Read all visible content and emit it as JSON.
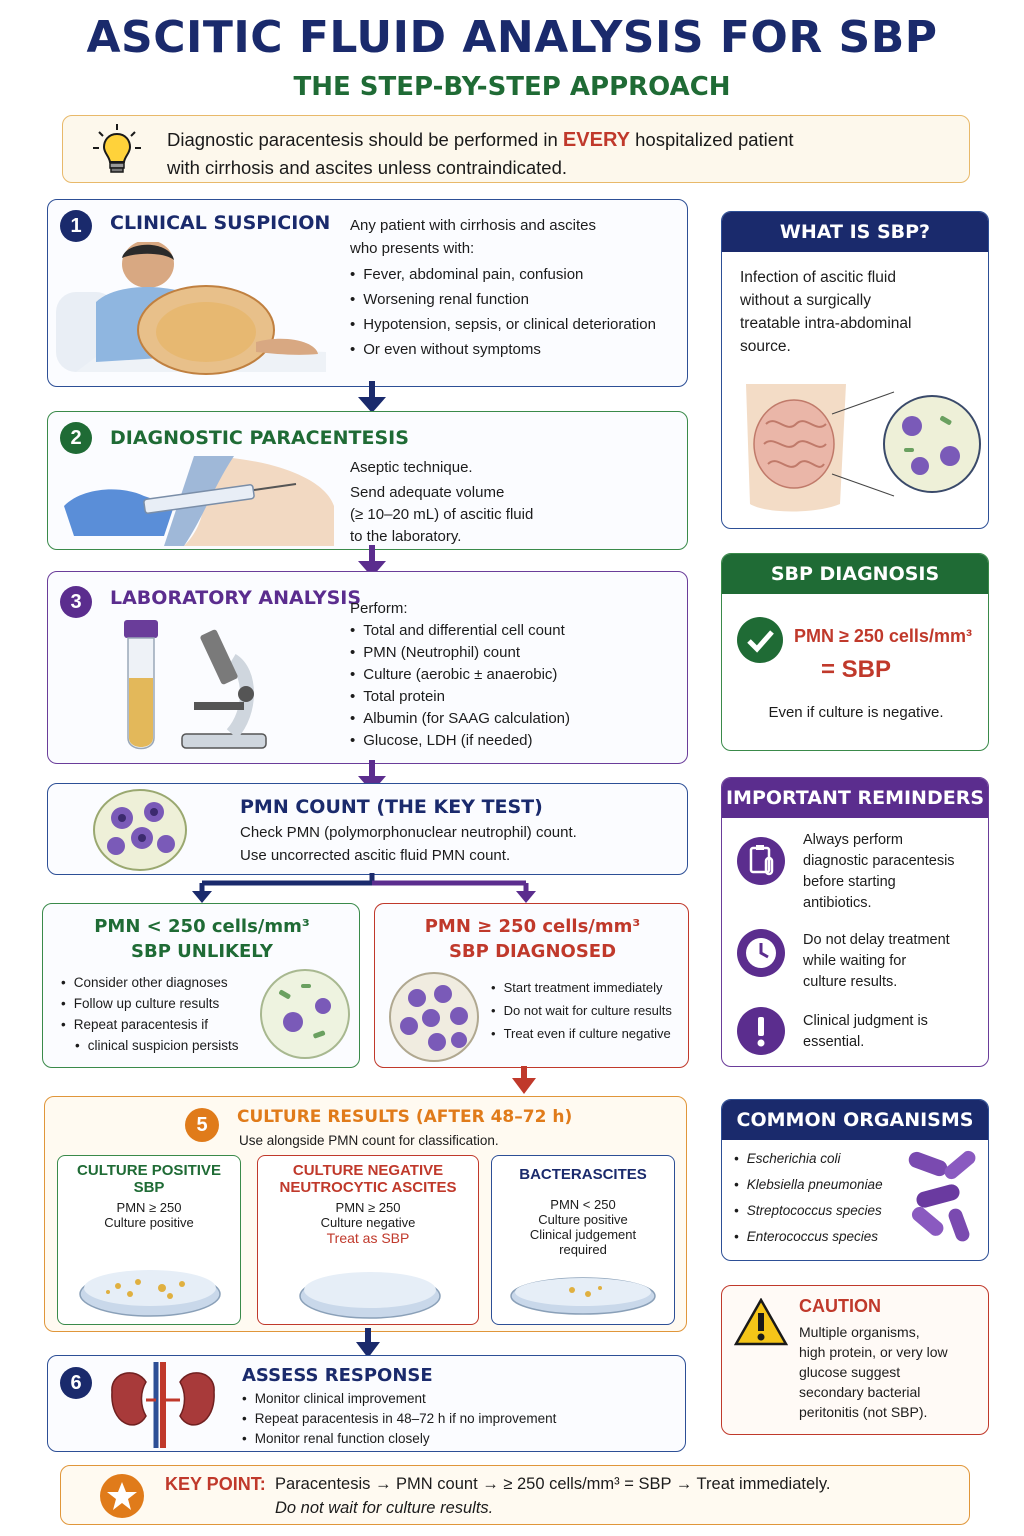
{
  "header": {
    "title": "ASCITIC FLUID ANALYSIS FOR SBP",
    "subtitle": "THE STEP-BY-STEP APPROACH"
  },
  "intro": {
    "text_a": "Diagnostic paracentesis should be performed in ",
    "text_em": "EVERY",
    "text_b": " hospitalized patient",
    "text_c": "with cirrhosis and ascites unless contraindicated."
  },
  "step1": {
    "number": "1",
    "title": "CLINICAL SUSPICION",
    "intro_a": "Any patient with cirrhosis and ascites",
    "intro_b": "who presents with:",
    "items": [
      "Fever, abdominal pain, confusion",
      "Worsening renal function",
      "Hypotension, sepsis, or clinical deterioration",
      "Or even without symptoms"
    ]
  },
  "step2": {
    "number": "2",
    "title": "DIAGNOSTIC PARACENTESIS",
    "line1": "Aseptic technique.",
    "line2": "Send adequate volume",
    "line3": "(≥ 10–20 mL) of ascitic fluid",
    "line4": "to the laboratory."
  },
  "step3": {
    "number": "3",
    "title": "LABORATORY ANALYSIS",
    "intro": "Perform:",
    "items": [
      "Total and differential cell count",
      "PMN (Neutrophil) count",
      "Culture (aerobic ± anaerobic)",
      "Total protein",
      "Albumin (for SAAG calculation)",
      "Glucose, LDH (if needed)"
    ]
  },
  "step4": {
    "title": "PMN COUNT (THE KEY TEST)",
    "line1": "Check PMN (polymorphonuclear neutrophil) count.",
    "line2": "Use uncorrected ascitic fluid PMN count."
  },
  "branch_low": {
    "title1": "PMN < 250 cells/mm³",
    "title2": "SBP UNLIKELY",
    "items": [
      "Consider other diagnoses",
      "Follow up culture results",
      "Repeat paracentesis if"
    ],
    "item_cont": "clinical suspicion persists"
  },
  "branch_high": {
    "title1": "PMN ≥ 250 cells/mm³",
    "title2": "SBP DIAGNOSED",
    "items": [
      "Start treatment immediately",
      "Do not wait for culture results",
      "Treat even if culture negative"
    ]
  },
  "step5": {
    "number": "5",
    "title": "CULTURE RESULTS (AFTER 48–72 h)",
    "subtitle": "Use alongside PMN count for classification.",
    "cards": [
      {
        "title1": "CULTURE POSITIVE",
        "title2": "SBP",
        "line1": "PMN ≥ 250",
        "line2": "Culture positive",
        "line3": ""
      },
      {
        "title1": "CULTURE NEGATIVE",
        "title2": "NEUTROCYTIC ASCITES",
        "line1": "PMN ≥ 250",
        "line2": "Culture negative",
        "line3": "Treat as SBP"
      },
      {
        "title1": "BACTERASCITES",
        "title2": "",
        "line1": "PMN < 250",
        "line2": "Culture positive",
        "line3": "Clinical judgement",
        "line4": "required"
      }
    ]
  },
  "step6": {
    "number": "6",
    "title": "ASSESS RESPONSE",
    "items": [
      "Monitor clinical improvement",
      "Repeat paracentesis in 48–72 h if no improvement",
      "Monitor renal function closely"
    ]
  },
  "key_point": {
    "label": "KEY POINT:",
    "line1": "Paracentesis → PMN count → ≥ 250 cells/mm³ = SBP → Treat immediately.",
    "line2": "Do not wait for culture results."
  },
  "sidebar": {
    "what": {
      "title": "WHAT IS SBP?",
      "lines": [
        "Infection of ascitic fluid",
        "without a surgically",
        "treatable intra-abdominal",
        "source."
      ]
    },
    "diagnosis": {
      "title": "SBP DIAGNOSIS",
      "criterion": "PMN ≥ 250 cells/mm³",
      "result": "= SBP",
      "note": "Even if culture is negative."
    },
    "reminders": {
      "title": "IMPORTANT REMINDERS",
      "r1": [
        "Always perform",
        "diagnostic paracentesis",
        "before starting",
        "antibiotics."
      ],
      "r2": [
        "Do not delay treatment",
        "while waiting for",
        "culture results."
      ],
      "r3": [
        "Clinical judgment is",
        "essential."
      ]
    },
    "organisms": {
      "title": "COMMON ORGANISMS",
      "items": [
        "Escherichia coli",
        "Klebsiella pneumoniae",
        "Streptococcus species",
        "Enterococcus species"
      ]
    },
    "caution": {
      "title": "CAUTION",
      "lines": [
        "Multiple organisms,",
        "high protein, or very low",
        "glucose suggest",
        "secondary bacterial",
        "peritonitis (not SBP)."
      ]
    }
  },
  "colors": {
    "navy": "#1a2a6c",
    "green": "#1f6b35",
    "purple": "#5b2d8e",
    "red": "#c0392b",
    "orange": "#e07b1a"
  }
}
